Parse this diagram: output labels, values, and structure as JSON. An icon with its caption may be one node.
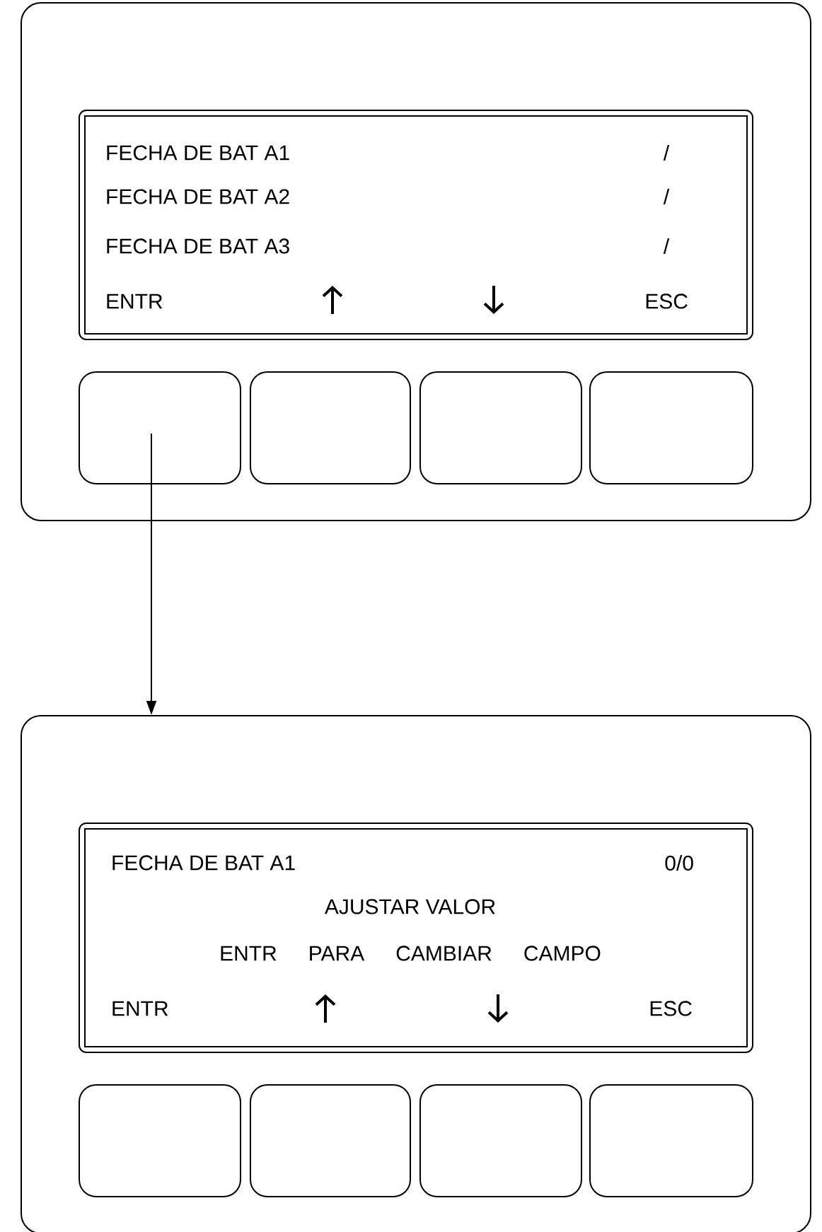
{
  "diagram": {
    "nodes": [
      {
        "text": [],
        "shape": "box"
      },
      {
        "text": [
          "FECHA DE BAT A1",
          "/",
          "FECHA DE BAT A2",
          "/",
          "FECHA DE BAT A3",
          "/",
          "ENTR",
          "ESC"
        ],
        "in": 0
      },
      {
        "text": [],
        "shape": "box",
        "in": 0
      },
      {
        "text": [],
        "shape": "box",
        "in": 0
      },
      {
        "text": [],
        "shape": "box",
        "in": 0
      },
      {
        "text": [],
        "shape": "box",
        "in": 0
      },
      {
        "text": [],
        "shape": "box"
      },
      {
        "text": [
          "FECHA DE BAT A1",
          "0/0",
          "AJUSTAR VALOR",
          "ENTR PARA CAMBIAR CAMPO",
          "ENTR",
          "ESC"
        ],
        "in": 6
      },
      {
        "text": [],
        "shape": "box",
        "in": 6
      },
      {
        "text": [],
        "shape": "box",
        "in": 6
      },
      {
        "text": [],
        "shape": "box",
        "in": 6
      },
      {
        "text": [],
        "shape": "box",
        "in": 6
      }
    ],
    "edges": [
      {
        "from": 2,
        "to": 6,
        "arrow": "to"
      }
    ]
  }
}
